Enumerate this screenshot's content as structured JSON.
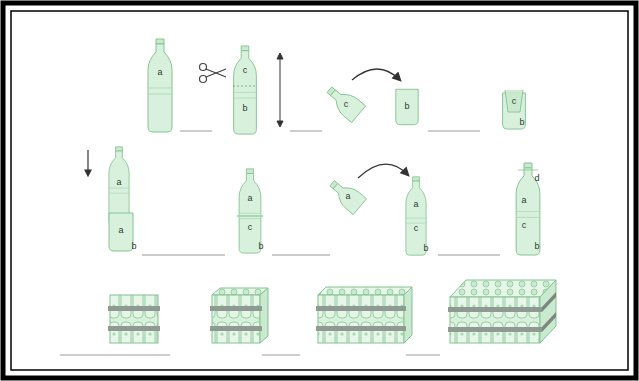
{
  "diagram": {
    "labels": [
      "a",
      "c",
      "b",
      "c",
      "b",
      "c",
      "b",
      "a",
      "a",
      "b",
      "a",
      "c",
      "b",
      "a",
      "a",
      "c",
      "b",
      "d",
      "a",
      "c",
      "b"
    ]
  }
}
